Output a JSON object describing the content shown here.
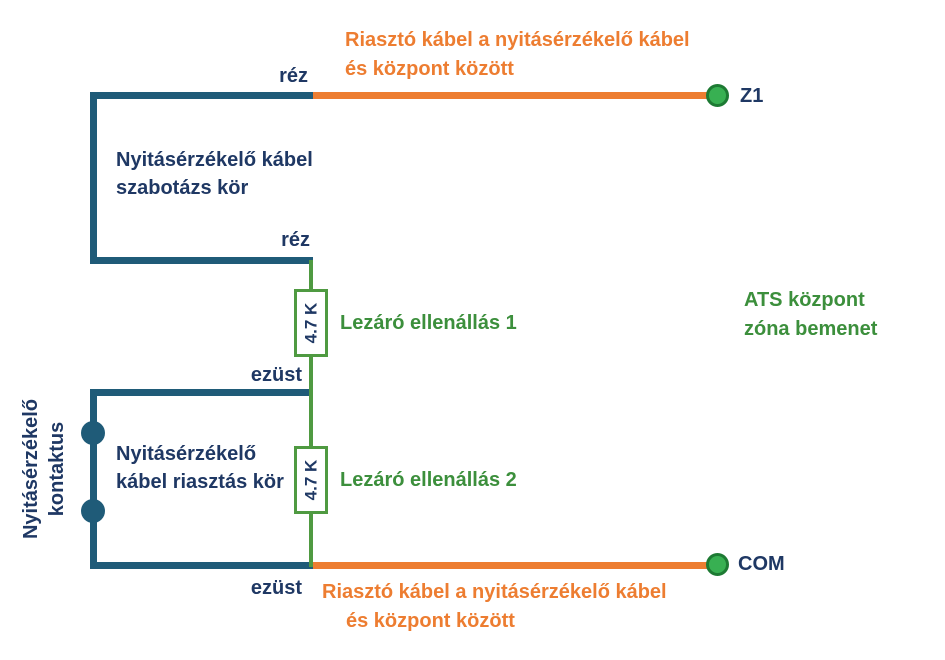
{
  "colors": {
    "wire_teal": "#1f5b78",
    "wire_orange": "#ed7d31",
    "wire_green": "#4f9a41",
    "text_navy": "#1f3864",
    "text_orange": "#ed7d31",
    "text_green": "#3c8f3c",
    "terminal_fill": "#38b052",
    "terminal_border": "#1d7a33"
  },
  "top_cable": {
    "caption_line1": "Riasztó kábel a nyitásérzékelő kábel",
    "caption_line2": "és központ között",
    "material": "réz",
    "terminal_label": "Z1"
  },
  "sabotage_loop": {
    "label": "Nyitásérzékelő kábel szabotázs kör",
    "material": "réz"
  },
  "resistor1": {
    "value": "4.7 K",
    "label": "Lezáró ellenállás 1"
  },
  "resistor2": {
    "value": "4.7 K",
    "label": "Lezáró ellenállás 2"
  },
  "ats_input": {
    "line1": "ATS központ",
    "line2": "zóna bemenet"
  },
  "alarm_loop": {
    "label": "Nyitásérzékelő kábel riasztás kör",
    "contact_label": "Nyitásérzékelő kontaktus",
    "material_top": "ezüst",
    "material_bottom": "ezüst"
  },
  "bottom_cable": {
    "caption_line1": "Riasztó kábel a nyitásérzékelő kábel",
    "caption_line2": "és központ között",
    "terminal_label": "COM"
  }
}
